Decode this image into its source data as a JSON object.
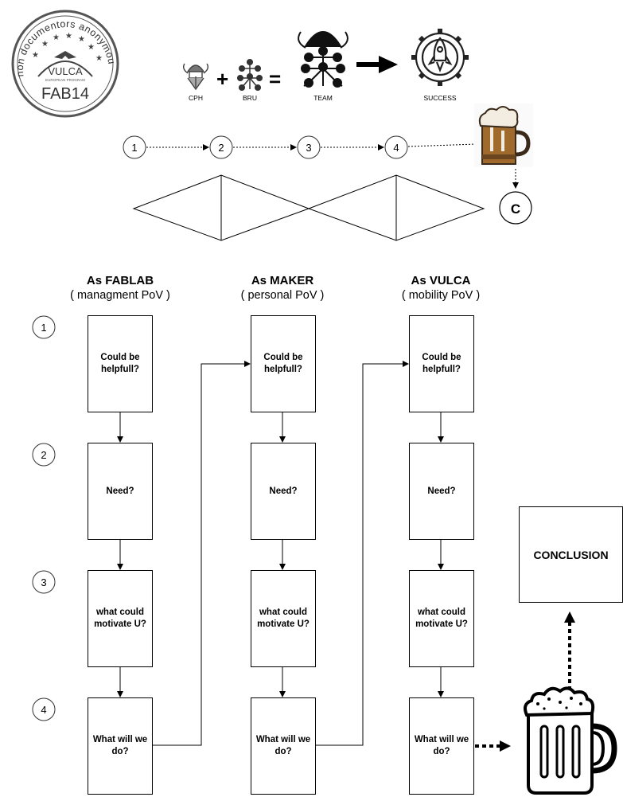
{
  "logo": {
    "arc_text": "non documentors anonymous",
    "brand": "VULCA",
    "brand_sub": "EUROPEAN PROGRAM",
    "fab": "FAB14"
  },
  "equation": {
    "cph": "CPH",
    "bru": "BRU",
    "team": "TEAM",
    "success": "SUCCESS",
    "plus": "+",
    "equals": "="
  },
  "timeline": {
    "steps": [
      "1",
      "2",
      "3",
      "4"
    ],
    "end": "C"
  },
  "columns": [
    {
      "title": "As FABLAB",
      "subtitle": "( managment PoV )",
      "boxes": [
        "Could be helpfull?",
        "Need?",
        "what could motivate U?",
        "What will we do?"
      ]
    },
    {
      "title": "As MAKER",
      "subtitle": "( personal PoV )",
      "boxes": [
        "Could be helpfull?",
        "Need?",
        "what could motivate U?",
        "What will we do?"
      ]
    },
    {
      "title": "As VULCA",
      "subtitle": "( mobility PoV )",
      "boxes": [
        "Could be helpfull?",
        "Need?",
        "what could motivate U?",
        "What will we do?"
      ]
    }
  ],
  "row_numbers": [
    "1",
    "2",
    "3",
    "4"
  ],
  "conclusion": "CONCLUSION"
}
